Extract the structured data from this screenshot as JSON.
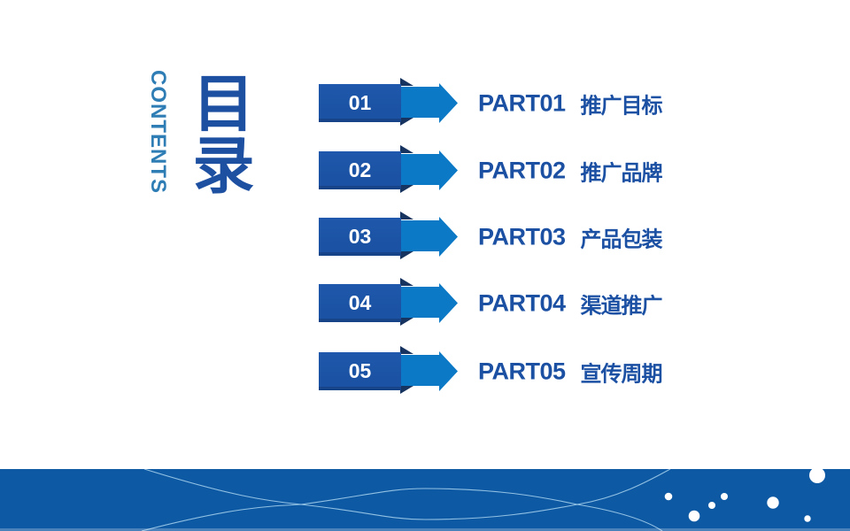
{
  "slide": {
    "vertical_label": "CONTENTS",
    "title": "目录",
    "items": [
      {
        "num": "01",
        "part": "PART01",
        "label": "推广目标"
      },
      {
        "num": "02",
        "part": "PART02",
        "label": "推广品牌"
      },
      {
        "num": "03",
        "part": "PART03",
        "label": "产品包装"
      },
      {
        "num": "04",
        "part": "PART04",
        "label": "渠道推广"
      },
      {
        "num": "05",
        "part": "PART05",
        "label": "宣传周期"
      }
    ],
    "colors": {
      "box_blue": "#1B52A3",
      "arrow_blue": "#0B79C5",
      "fold_navy": "#17335F",
      "title_blue": "#1E50A2",
      "contents_blue": "#2E7DB5",
      "text_blue": "#1B50A3",
      "footer_blue": "#0E59A4",
      "wave_line": "#A8D4EE",
      "dot_white": "#FFFFFF"
    }
  }
}
